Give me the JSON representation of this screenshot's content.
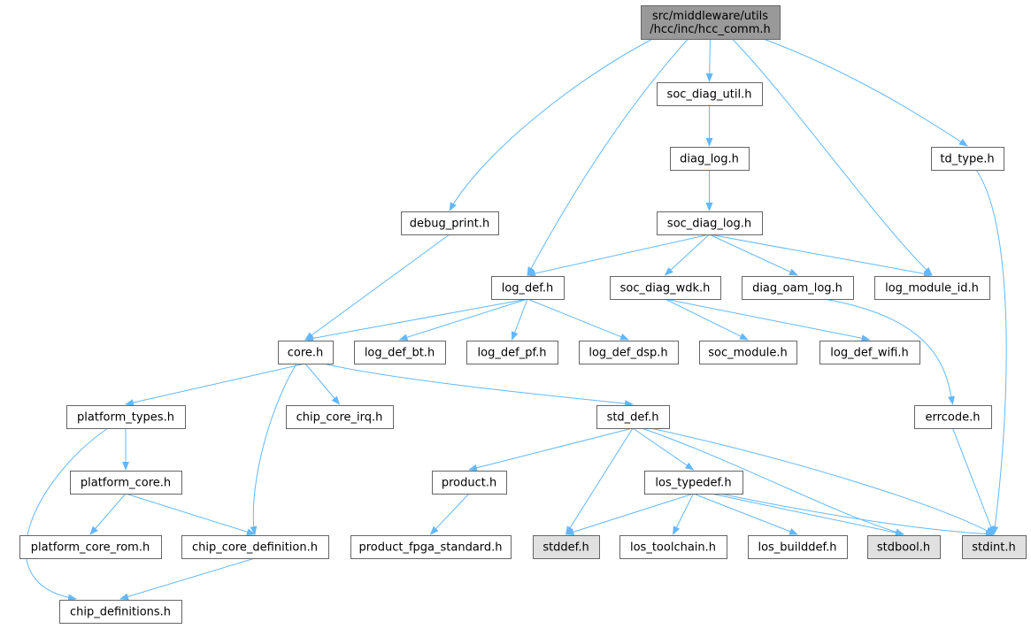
{
  "graph": {
    "colors": {
      "edge": "#63b8ff",
      "node_fill": "#ffffff",
      "root_fill": "#999999",
      "system_fill": "#e0e0e0",
      "border": "#666666",
      "text": "#000000"
    },
    "nodes": {
      "root": {
        "lines": [
          "src/middleware/utils",
          "/hcc/inc/hcc_comm.h"
        ],
        "kind": "root"
      },
      "soc_diag_util": {
        "lines": [
          "soc_diag_util.h"
        ],
        "kind": "normal"
      },
      "diag_log": {
        "lines": [
          "diag_log.h"
        ],
        "kind": "normal"
      },
      "soc_diag_log": {
        "lines": [
          "soc_diag_log.h"
        ],
        "kind": "normal"
      },
      "td_type": {
        "lines": [
          "td_type.h"
        ],
        "kind": "normal"
      },
      "debug_print": {
        "lines": [
          "debug_print.h"
        ],
        "kind": "normal"
      },
      "log_def": {
        "lines": [
          "log_def.h"
        ],
        "kind": "normal"
      },
      "soc_diag_wdk": {
        "lines": [
          "soc_diag_wdk.h"
        ],
        "kind": "normal"
      },
      "diag_oam_log": {
        "lines": [
          "diag_oam_log.h"
        ],
        "kind": "normal"
      },
      "log_module_id": {
        "lines": [
          "log_module_id.h"
        ],
        "kind": "normal"
      },
      "core": {
        "lines": [
          "core.h"
        ],
        "kind": "normal"
      },
      "log_def_bt": {
        "lines": [
          "log_def_bt.h"
        ],
        "kind": "normal"
      },
      "log_def_pf": {
        "lines": [
          "log_def_pf.h"
        ],
        "kind": "normal"
      },
      "log_def_dsp": {
        "lines": [
          "log_def_dsp.h"
        ],
        "kind": "normal"
      },
      "soc_module": {
        "lines": [
          "soc_module.h"
        ],
        "kind": "normal"
      },
      "log_def_wifi": {
        "lines": [
          "log_def_wifi.h"
        ],
        "kind": "normal"
      },
      "platform_types": {
        "lines": [
          "platform_types.h"
        ],
        "kind": "normal"
      },
      "chip_core_irq": {
        "lines": [
          "chip_core_irq.h"
        ],
        "kind": "normal"
      },
      "std_def": {
        "lines": [
          "std_def.h"
        ],
        "kind": "normal"
      },
      "errcode": {
        "lines": [
          "errcode.h"
        ],
        "kind": "normal"
      },
      "platform_core": {
        "lines": [
          "platform_core.h"
        ],
        "kind": "normal"
      },
      "product": {
        "lines": [
          "product.h"
        ],
        "kind": "normal"
      },
      "los_typedef": {
        "lines": [
          "los_typedef.h"
        ],
        "kind": "normal"
      },
      "platform_core_rom": {
        "lines": [
          "platform_core_rom.h"
        ],
        "kind": "normal"
      },
      "chip_core_definition": {
        "lines": [
          "chip_core_definition.h"
        ],
        "kind": "normal"
      },
      "product_fpga_standard": {
        "lines": [
          "product_fpga_standard.h"
        ],
        "kind": "normal"
      },
      "stddef": {
        "lines": [
          "stddef.h"
        ],
        "kind": "system"
      },
      "los_toolchain": {
        "lines": [
          "los_toolchain.h"
        ],
        "kind": "normal"
      },
      "los_builddef": {
        "lines": [
          "los_builddef.h"
        ],
        "kind": "normal"
      },
      "stdbool": {
        "lines": [
          "stdbool.h"
        ],
        "kind": "system"
      },
      "stdint": {
        "lines": [
          "stdint.h"
        ],
        "kind": "system"
      },
      "chip_definitions": {
        "lines": [
          "chip_definitions.h"
        ],
        "kind": "normal"
      }
    },
    "edges": [
      [
        "root",
        "soc_diag_util"
      ],
      [
        "root",
        "td_type"
      ],
      [
        "root",
        "debug_print"
      ],
      [
        "root",
        "log_def"
      ],
      [
        "root",
        "log_module_id"
      ],
      [
        "soc_diag_util",
        "diag_log"
      ],
      [
        "diag_log",
        "soc_diag_log"
      ],
      [
        "soc_diag_log",
        "log_def"
      ],
      [
        "soc_diag_log",
        "soc_diag_wdk"
      ],
      [
        "soc_diag_log",
        "diag_oam_log"
      ],
      [
        "soc_diag_log",
        "log_module_id"
      ],
      [
        "td_type",
        "stdint"
      ],
      [
        "debug_print",
        "core"
      ],
      [
        "log_def",
        "core"
      ],
      [
        "log_def",
        "log_def_bt"
      ],
      [
        "log_def",
        "log_def_pf"
      ],
      [
        "log_def",
        "log_def_dsp"
      ],
      [
        "soc_diag_wdk",
        "soc_module"
      ],
      [
        "soc_diag_wdk",
        "log_def_wifi"
      ],
      [
        "diag_oam_log",
        "errcode"
      ],
      [
        "core",
        "platform_types"
      ],
      [
        "core",
        "chip_core_irq"
      ],
      [
        "core",
        "std_def"
      ],
      [
        "core",
        "chip_core_definition"
      ],
      [
        "platform_types",
        "platform_core"
      ],
      [
        "platform_types",
        "chip_definitions"
      ],
      [
        "platform_core",
        "platform_core_rom"
      ],
      [
        "platform_core",
        "chip_core_definition"
      ],
      [
        "chip_core_definition",
        "chip_definitions"
      ],
      [
        "std_def",
        "product"
      ],
      [
        "std_def",
        "los_typedef"
      ],
      [
        "std_def",
        "stddef"
      ],
      [
        "std_def",
        "stdbool"
      ],
      [
        "std_def",
        "stdint"
      ],
      [
        "product",
        "product_fpga_standard"
      ],
      [
        "los_typedef",
        "stddef"
      ],
      [
        "los_typedef",
        "los_toolchain"
      ],
      [
        "los_typedef",
        "los_builddef"
      ],
      [
        "los_typedef",
        "stdbool"
      ],
      [
        "los_typedef",
        "stdint"
      ],
      [
        "errcode",
        "stdint"
      ]
    ]
  }
}
